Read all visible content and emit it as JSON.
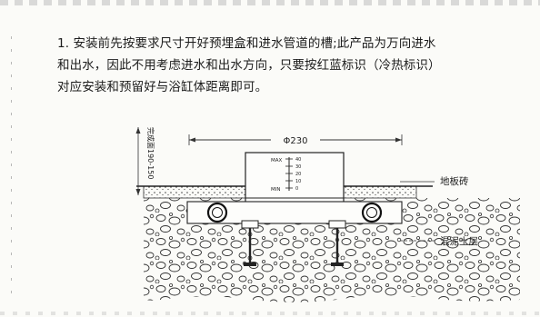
{
  "document": {
    "instruction_lines": [
      "1. 安装前先按要求尺寸开好预埋盒和进水管道的槽;此产品为万向进水",
      "和出水，因此不用考虑进水和出水方向，只要按红蓝标识（冷热标识）",
      "对应安装和预留好与浴缸体距离即可。"
    ]
  },
  "diagram": {
    "width_dimension": "Φ230",
    "height_dimension": "完成面190-150",
    "level_marks": {
      "max": "MAX",
      "min": "MIN",
      "scale": [
        "40",
        "30",
        "20",
        "10",
        "0"
      ]
    },
    "callouts": {
      "floor_tile": "地板砖",
      "concrete_layer": "混泥土层"
    }
  }
}
